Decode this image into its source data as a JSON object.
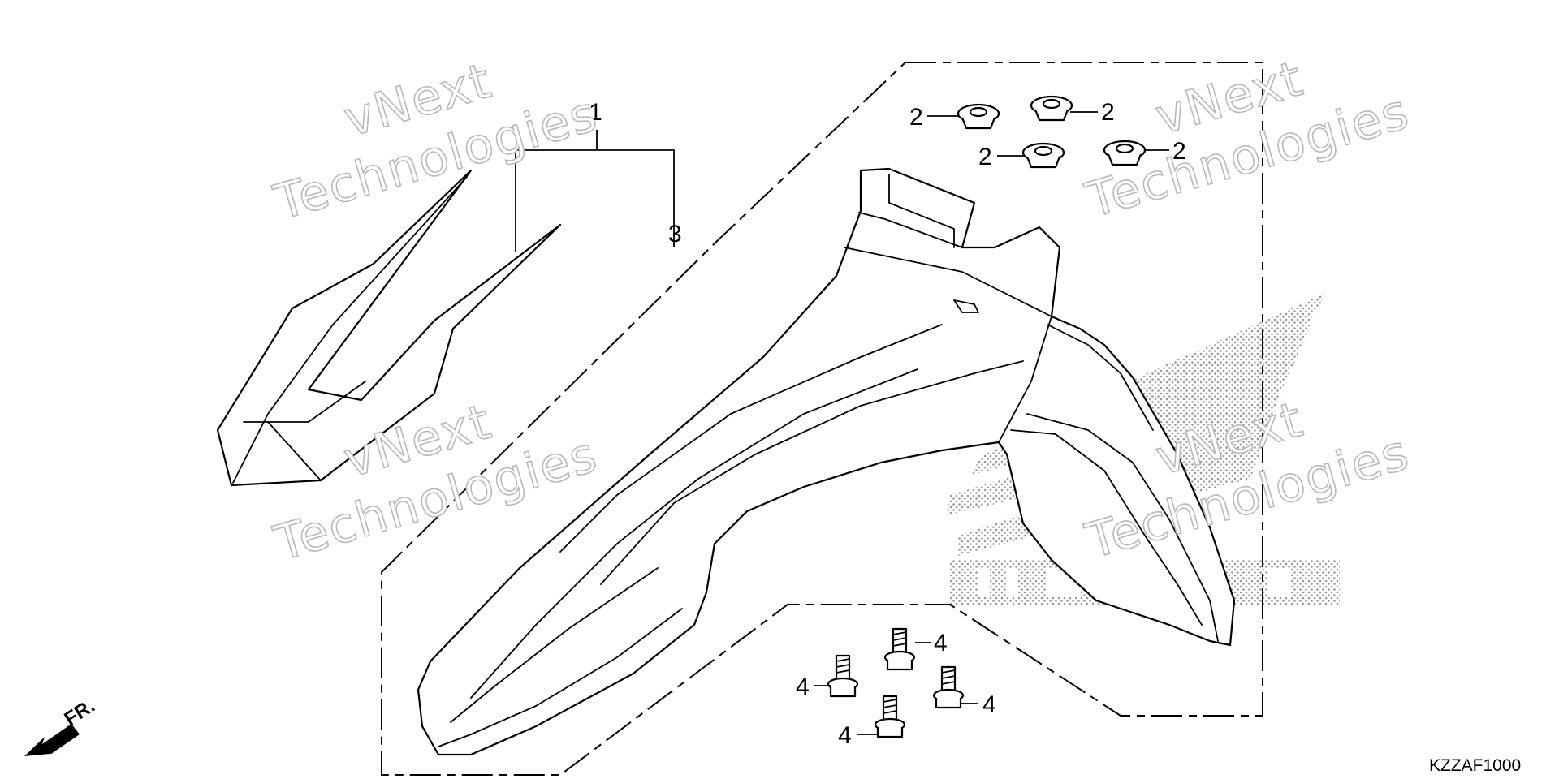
{
  "callouts": {
    "part_1": "1",
    "part_2": "2",
    "part_3": "3",
    "part_4": "4"
  },
  "direction_label": "FR.",
  "diagram_code": "KZZAF1000",
  "watermark": {
    "line1": "vNext",
    "line2": "Technologies"
  },
  "colors": {
    "line": "#000000",
    "watermark_outline": "#b9b9b9",
    "logo_dots": "#9a9a9a",
    "background": "#ffffff"
  },
  "icons": {
    "direction_arrow": "arrow-down-left-icon",
    "brand_logo": "honda-wing-logo"
  }
}
